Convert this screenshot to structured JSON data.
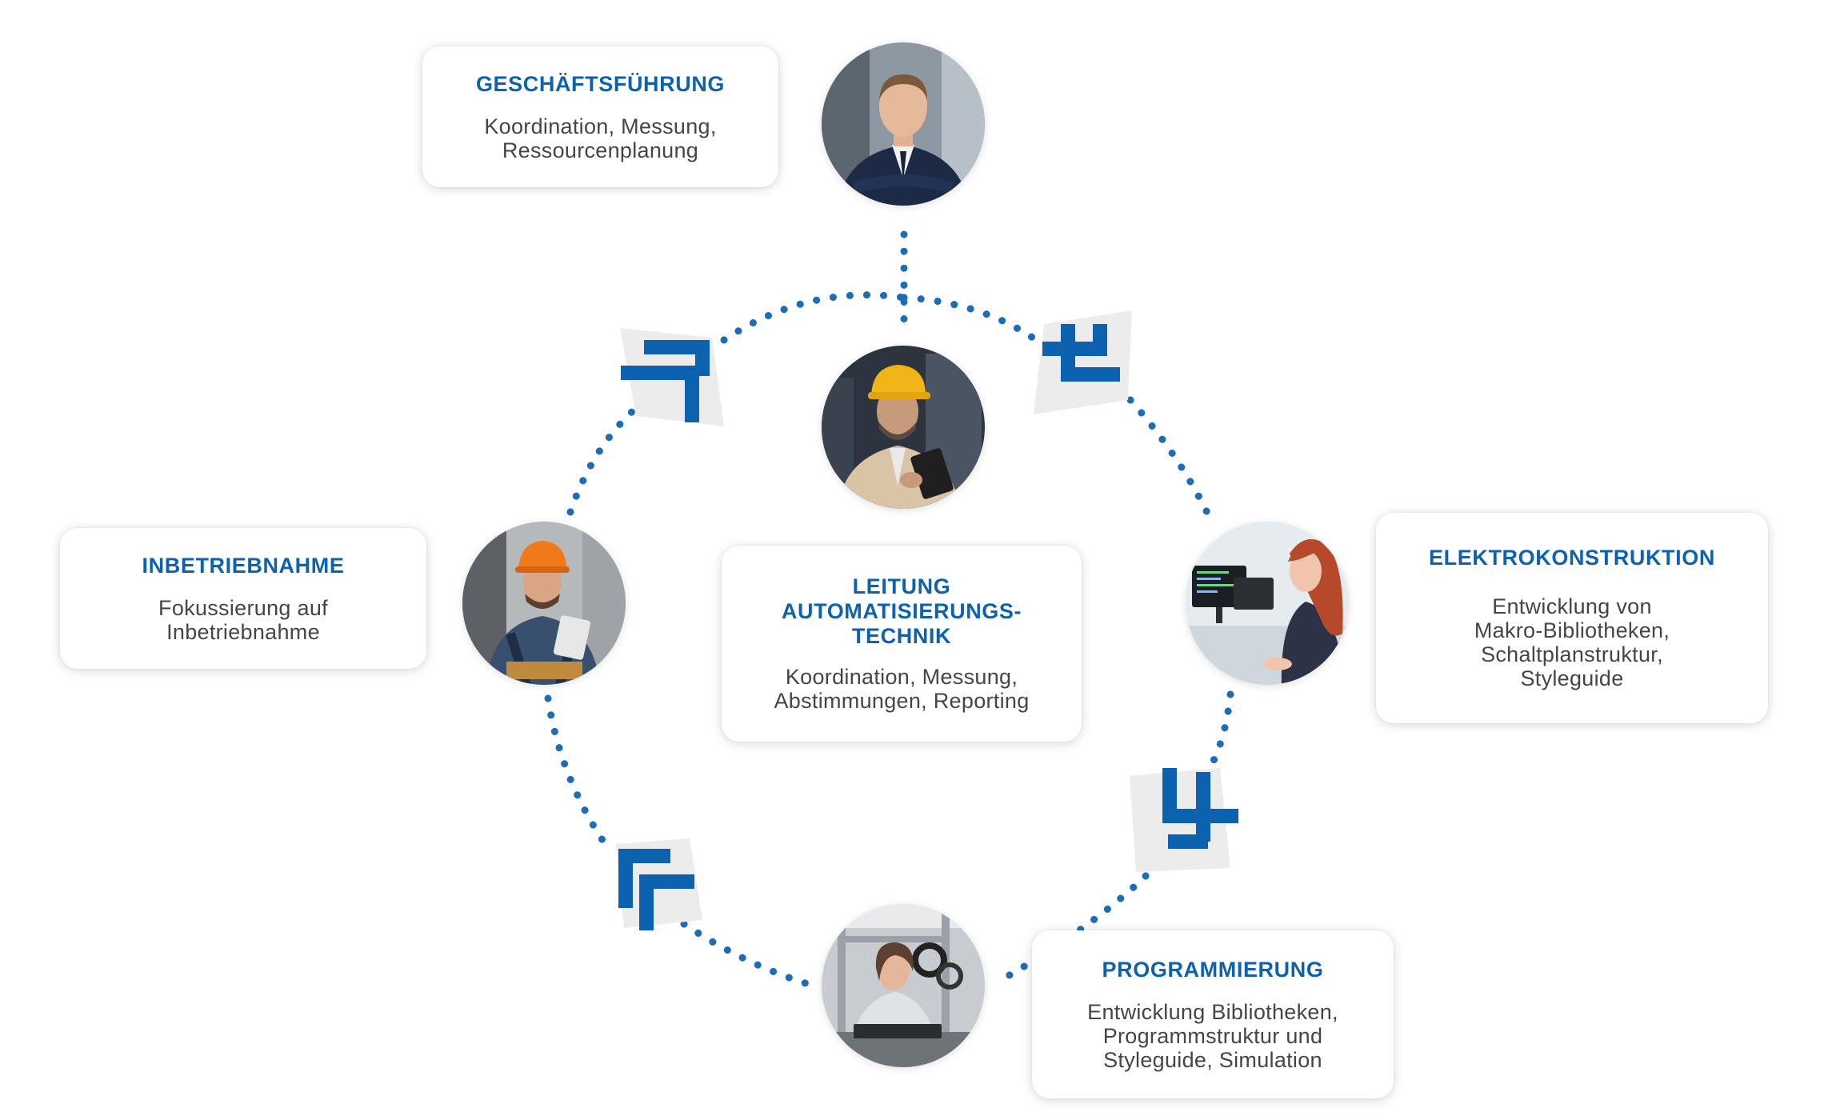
{
  "colors": {
    "accent": "#0d62b0",
    "dots": "#1d6db6",
    "text": "#454545",
    "card_bg": "#ffffff"
  },
  "cards": {
    "geschaeftsfuehrung": {
      "title": "GESCHÄFTSFÜHRUNG",
      "lines": [
        "Koordination, Messung,",
        "Ressourcenplanung"
      ]
    },
    "leitung": {
      "title_lines": [
        "LEITUNG",
        "AUTOMATISIERUNGS-",
        "TECHNIK"
      ],
      "lines": [
        "Koordination, Messung,",
        "Abstimmungen, Reporting"
      ]
    },
    "inbetriebnahme": {
      "title": "INBETRIEBNAHME",
      "lines": [
        "Fokussierung auf",
        "Inbetriebnahme"
      ]
    },
    "elektrokonstruktion": {
      "title": "ELEKTROKONSTRUKTION",
      "lines": [
        "Entwicklung von",
        "Makro-Bibliotheken,",
        "Schaltplanstruktur,",
        "Styleguide"
      ]
    },
    "programmierung": {
      "title": "PROGRAMMIERUNG",
      "lines": [
        "Entwicklung Bibliotheken,",
        "Programmstruktur und",
        "Styleguide, Simulation"
      ]
    }
  },
  "photos": [
    {
      "name": "executive-portrait-photo"
    },
    {
      "name": "engineer-hardhat-tablet-photo"
    },
    {
      "name": "electrical-engineer-at-computer-photo"
    },
    {
      "name": "programmer-at-workbench-photo"
    },
    {
      "name": "commissioning-technician-photo"
    }
  ],
  "arrows": [
    {
      "name": "arrow-chevron-top-right-icon",
      "direction": "clockwise"
    },
    {
      "name": "arrow-chevron-bottom-right-icon",
      "direction": "clockwise"
    },
    {
      "name": "arrow-chevron-bottom-left-icon",
      "direction": "clockwise"
    },
    {
      "name": "arrow-chevron-top-left-icon",
      "direction": "clockwise"
    }
  ]
}
